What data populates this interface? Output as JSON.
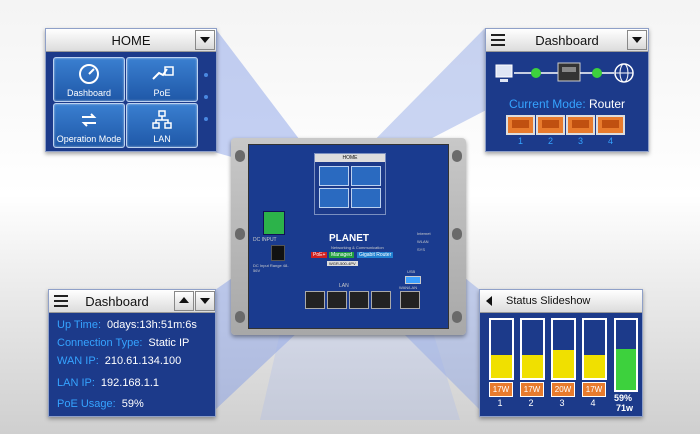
{
  "home_panel": {
    "title": "HOME",
    "tiles": [
      {
        "label": "Dashboard",
        "icon": "gauge-icon"
      },
      {
        "label": "PoE",
        "icon": "poe-plug-icon"
      },
      {
        "label": "Operation Mode",
        "icon": "cycle-arrows-icon"
      },
      {
        "label": "LAN",
        "icon": "network-tree-icon"
      }
    ]
  },
  "mode_panel": {
    "title": "Dashboard",
    "mode_label": "Current Mode:",
    "mode_value": "Router",
    "ports": [
      "1",
      "2",
      "3",
      "4"
    ]
  },
  "info_panel": {
    "title": "Dashboard",
    "rows": [
      {
        "label": "Up Time:",
        "value": "0days:13h:51m:6s"
      },
      {
        "label": "Connection Type:",
        "value": "Static IP"
      },
      {
        "label": "WAN IP:",
        "value": "210.61.134.100"
      },
      {
        "label": "LAN IP:",
        "value": "192.168.1.1"
      },
      {
        "label": "PoE Usage:",
        "value": "59%"
      }
    ]
  },
  "status_panel": {
    "title": "Status Slideshow",
    "ports": [
      {
        "num": "1",
        "watt": "17W",
        "level": 0.4
      },
      {
        "num": "2",
        "watt": "17W",
        "level": 0.4
      },
      {
        "num": "3",
        "watt": "20W",
        "level": 0.48
      },
      {
        "num": "4",
        "watt": "17W",
        "level": 0.4
      }
    ],
    "total_percent": "59%",
    "total_watt": "71w",
    "total_level": 0.59
  },
  "device": {
    "screen_title": "HOME",
    "brand": "PLANET",
    "brand_sub": "Networking & Communication",
    "model": "WGR-500-4PV",
    "tag1": "PoE+",
    "tag2": "Managed",
    "tag3": "Gigabit Router",
    "lan_label": "LAN",
    "wan_label": "WAN/LAN",
    "usb_label": "USB",
    "legend_internet": "Internet",
    "legend_wlan": "WLAN",
    "legend_sys": "SYS",
    "dc_label": "DC INPUT",
    "dc_range": "DC Input Range 48-56V"
  },
  "colors": {
    "panel_bg": "#1c3a8a",
    "accent_text": "#35a3ff",
    "port_orange": "#e87b2d",
    "bar_yellow": "#f0e000",
    "bar_green": "#3dd13d"
  }
}
